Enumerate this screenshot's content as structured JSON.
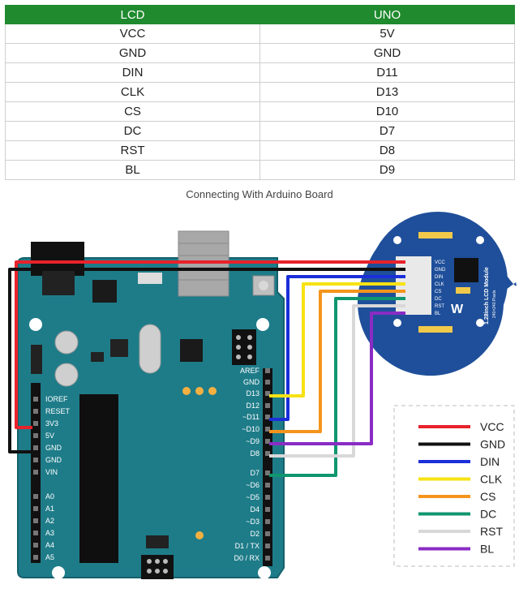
{
  "table": {
    "headers": [
      "LCD",
      "UNO"
    ],
    "rows": [
      [
        "VCC",
        "5V"
      ],
      [
        "GND",
        "GND"
      ],
      [
        "DIN",
        "D11"
      ],
      [
        "CLK",
        "D13"
      ],
      [
        "CS",
        "D10"
      ],
      [
        "DC",
        "D7"
      ],
      [
        "RST",
        "D8"
      ],
      [
        "BL",
        "D9"
      ]
    ]
  },
  "caption": "Connecting With Arduino Board",
  "arduino": {
    "left_header_labels": [
      "IOREF",
      "RESET",
      "3V3",
      "5V",
      "GND",
      "GND",
      "VIN",
      "A0",
      "A1",
      "A2",
      "A3",
      "A4",
      "A5"
    ],
    "right_header_labels": [
      "AREF",
      "GND",
      "D13",
      "D12",
      "~D11",
      "~D10",
      "~D9",
      "D8",
      "D7",
      "~D6",
      "~D5",
      "D4",
      "~D3",
      "D2",
      "D1 / TX",
      "D0 / RX"
    ],
    "board_color": "#1e7c89"
  },
  "lcd_module": {
    "title": "1.28inch LCD Module",
    "subtitle": "240×240 Pixels",
    "pin_labels": [
      "VCC",
      "GND",
      "DIN",
      "CLK",
      "CS",
      "DC",
      "RST",
      "BL"
    ],
    "board_color": "#1f4f9a"
  },
  "legend": [
    {
      "label": "VCC",
      "color": "#e8222b"
    },
    {
      "label": "GND",
      "color": "#111111"
    },
    {
      "label": "DIN",
      "color": "#1a2fd9"
    },
    {
      "label": "CLK",
      "color": "#f7e213"
    },
    {
      "label": "CS",
      "color": "#f5941c"
    },
    {
      "label": "DC",
      "color": "#10966f"
    },
    {
      "label": "RST",
      "color": "#d8d8d8"
    },
    {
      "label": "BL",
      "color": "#8a2cc4"
    }
  ]
}
